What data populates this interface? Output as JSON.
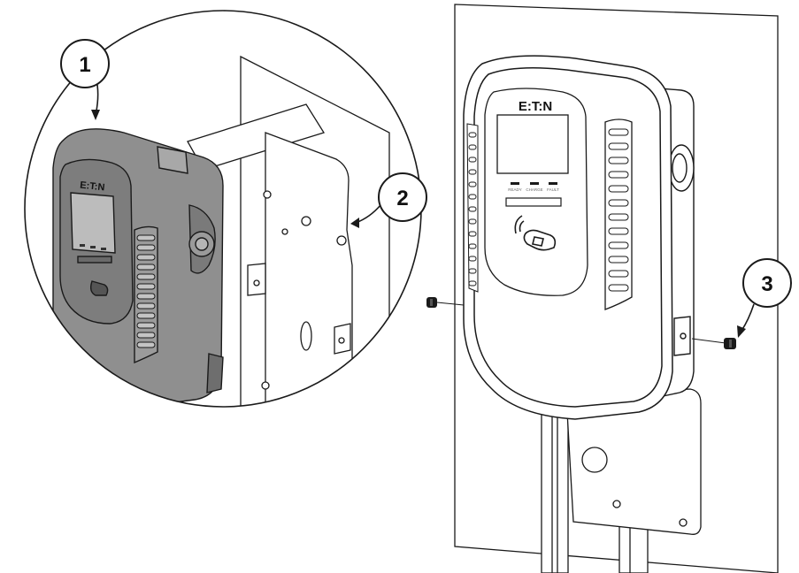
{
  "figure": {
    "brand_logo": "E:T:N",
    "status_labels": [
      "READY",
      "CHARGE",
      "FAULT"
    ],
    "callouts": [
      {
        "number": "1"
      },
      {
        "number": "2"
      },
      {
        "number": "3"
      }
    ],
    "colors": {
      "line": "#1a1a1a",
      "charger_gray": "#8f8f8f",
      "charger_dark": "#5a5a5a",
      "background": "#ffffff"
    }
  }
}
